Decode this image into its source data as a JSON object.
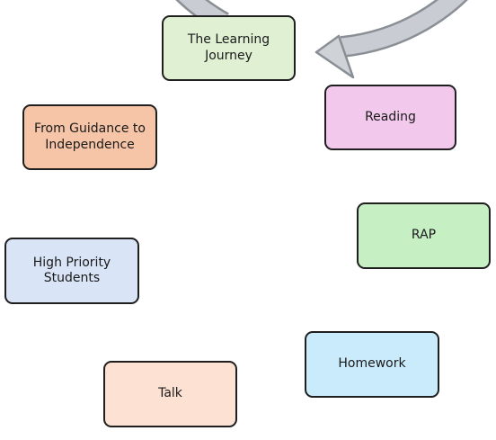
{
  "diagram": {
    "type": "cycle",
    "direction": "clockwise",
    "arrow_color": "#c9cdd3",
    "arrow_outline": "#8a8f96",
    "nodes": [
      {
        "id": "learning-journey",
        "label": "The Learning Journey",
        "fill": "#dff0d3"
      },
      {
        "id": "reading",
        "label": "Reading",
        "fill": "#f2c9ec"
      },
      {
        "id": "rap",
        "label": "RAP",
        "fill": "#c6efc4"
      },
      {
        "id": "homework",
        "label": "Homework",
        "fill": "#c9ebfb"
      },
      {
        "id": "talk",
        "label": "Talk",
        "fill": "#fde1d3"
      },
      {
        "id": "high-priority",
        "label": "High Priority Students",
        "fill": "#d9e5f6"
      },
      {
        "id": "guidance",
        "label": "From Guidance to Independence",
        "fill": "#f6c4a7"
      }
    ]
  }
}
